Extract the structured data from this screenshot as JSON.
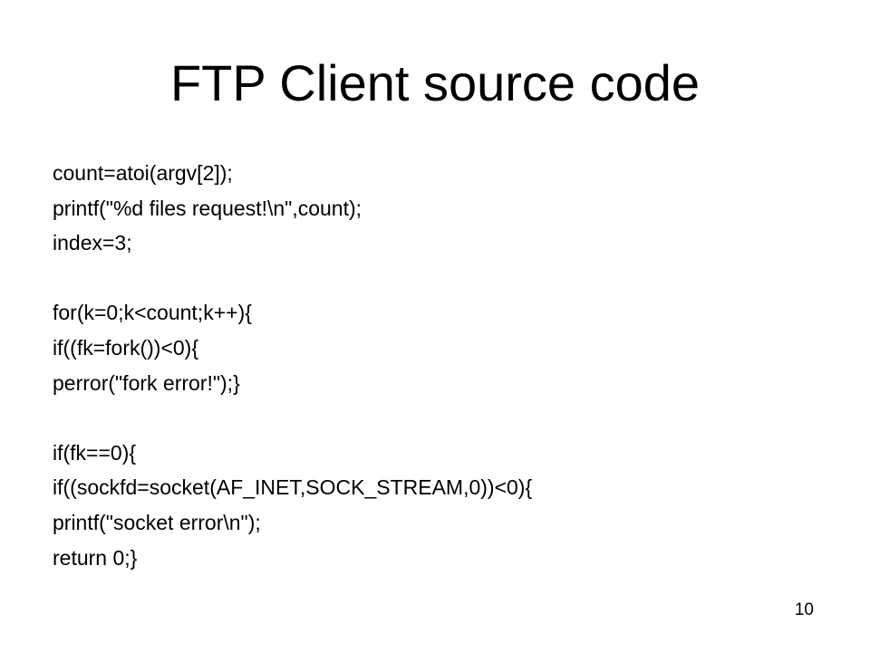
{
  "slide": {
    "title": "FTP Client source code",
    "code_lines": [
      "count=atoi(argv[2]);",
      "printf(\"%d files request!\\n\",count);",
      "index=3;",
      "",
      "for(k=0;k<count;k++){",
      "if((fk=fork())<0){",
      "perror(\"fork error!\");}",
      "",
      "if(fk==0){",
      "if((sockfd=socket(AF_INET,SOCK_STREAM,0))<0){",
      "printf(\"socket error\\n\");",
      "return 0;}"
    ],
    "page_number": "10"
  }
}
